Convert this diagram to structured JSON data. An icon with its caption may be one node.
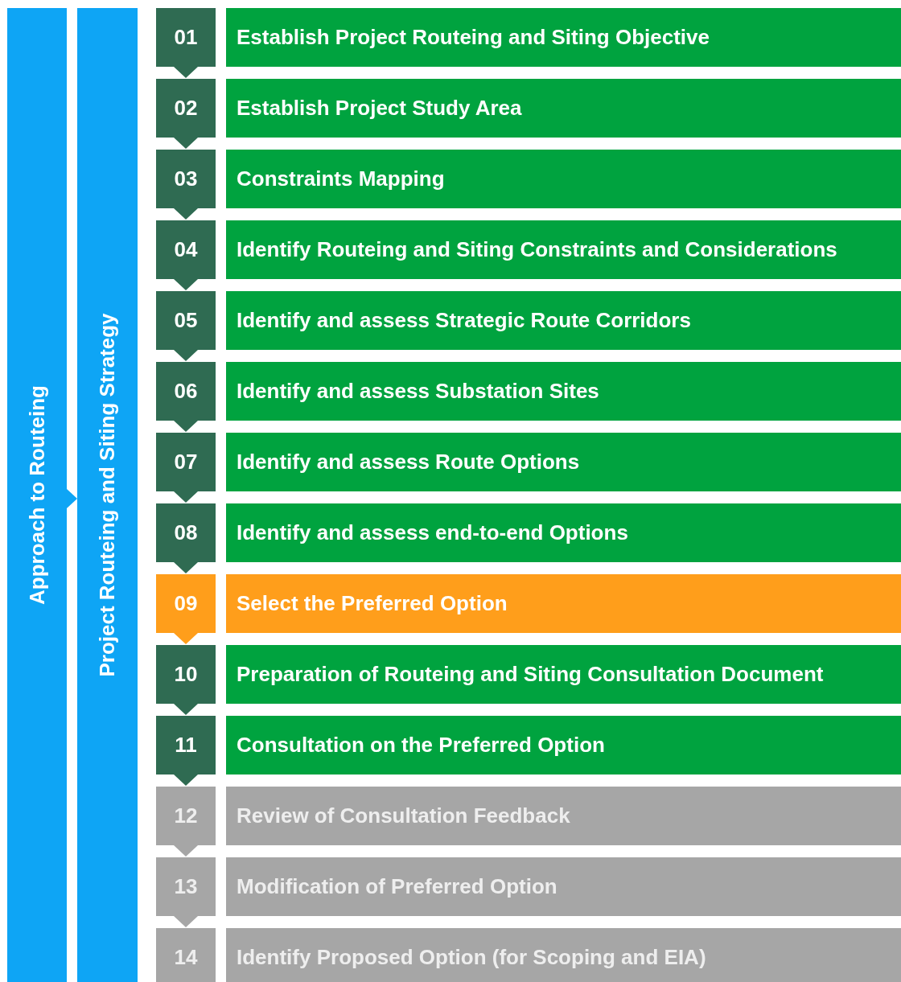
{
  "diagram": {
    "nodes": [
      {
        "text": [
          "Approach to Routeing"
        ]
      },
      {
        "text": [
          "Project Routeing and Siting Strategy"
        ]
      },
      {
        "text": [
          "01"
        ]
      },
      {
        "text": [
          "Establish Project Routeing and Siting Objective"
        ]
      },
      {
        "text": [
          "02"
        ]
      },
      {
        "text": [
          "Establish Project Study Area"
        ]
      },
      {
        "text": [
          "03"
        ]
      },
      {
        "text": [
          "Constraints Mapping"
        ]
      },
      {
        "text": [
          "04"
        ]
      },
      {
        "text": [
          "Identify Routeing and Siting Constraints and Considerations"
        ]
      },
      {
        "text": [
          "05"
        ]
      },
      {
        "text": [
          "Identify and assess Strategic Route Corridors"
        ]
      },
      {
        "text": [
          "06"
        ]
      },
      {
        "text": [
          "Identify and assess Substation Sites"
        ]
      },
      {
        "text": [
          "07"
        ]
      },
      {
        "text": [
          "Identify and assess Route Options"
        ]
      },
      {
        "text": [
          "08"
        ]
      },
      {
        "text": [
          "Identify and assess end-to-end Options"
        ]
      },
      {
        "text": [
          "09"
        ]
      },
      {
        "text": [
          "Select the Preferred Option"
        ]
      },
      {
        "text": [
          "10"
        ]
      },
      {
        "text": [
          "Preparation of Routeing and Siting Consultation Document"
        ]
      },
      {
        "text": [
          "11"
        ]
      },
      {
        "text": [
          "Consultation on the Preferred Option"
        ]
      },
      {
        "text": [
          "12"
        ]
      },
      {
        "text": [
          "Review of Consultation Feedback"
        ]
      },
      {
        "text": [
          "13"
        ]
      },
      {
        "text": [
          "Modification of Preferred Option"
        ]
      },
      {
        "text": [
          "14"
        ]
      },
      {
        "text": [
          "Identify Proposed Option (for Scoping and EIA)"
        ]
      }
    ],
    "edges": [
      {
        "from": 0,
        "to": 1,
        "arrow": "to"
      },
      {
        "from": 2,
        "to": 4,
        "arrow": "to"
      },
      {
        "from": 4,
        "to": 6,
        "arrow": "to"
      },
      {
        "from": 6,
        "to": 8,
        "arrow": "to"
      },
      {
        "from": 8,
        "to": 10,
        "arrow": "to"
      },
      {
        "from": 10,
        "to": 12,
        "arrow": "to"
      },
      {
        "from": 12,
        "to": 14,
        "arrow": "to"
      },
      {
        "from": 14,
        "to": 16,
        "arrow": "to"
      },
      {
        "from": 16,
        "to": 18,
        "arrow": "to"
      },
      {
        "from": 18,
        "to": 20,
        "arrow": "to"
      },
      {
        "from": 20,
        "to": 22,
        "arrow": "to"
      },
      {
        "from": 22,
        "to": 24,
        "arrow": "to"
      },
      {
        "from": 24,
        "to": 26,
        "arrow": "to"
      },
      {
        "from": 26,
        "to": 28,
        "arrow": "to"
      }
    ]
  }
}
